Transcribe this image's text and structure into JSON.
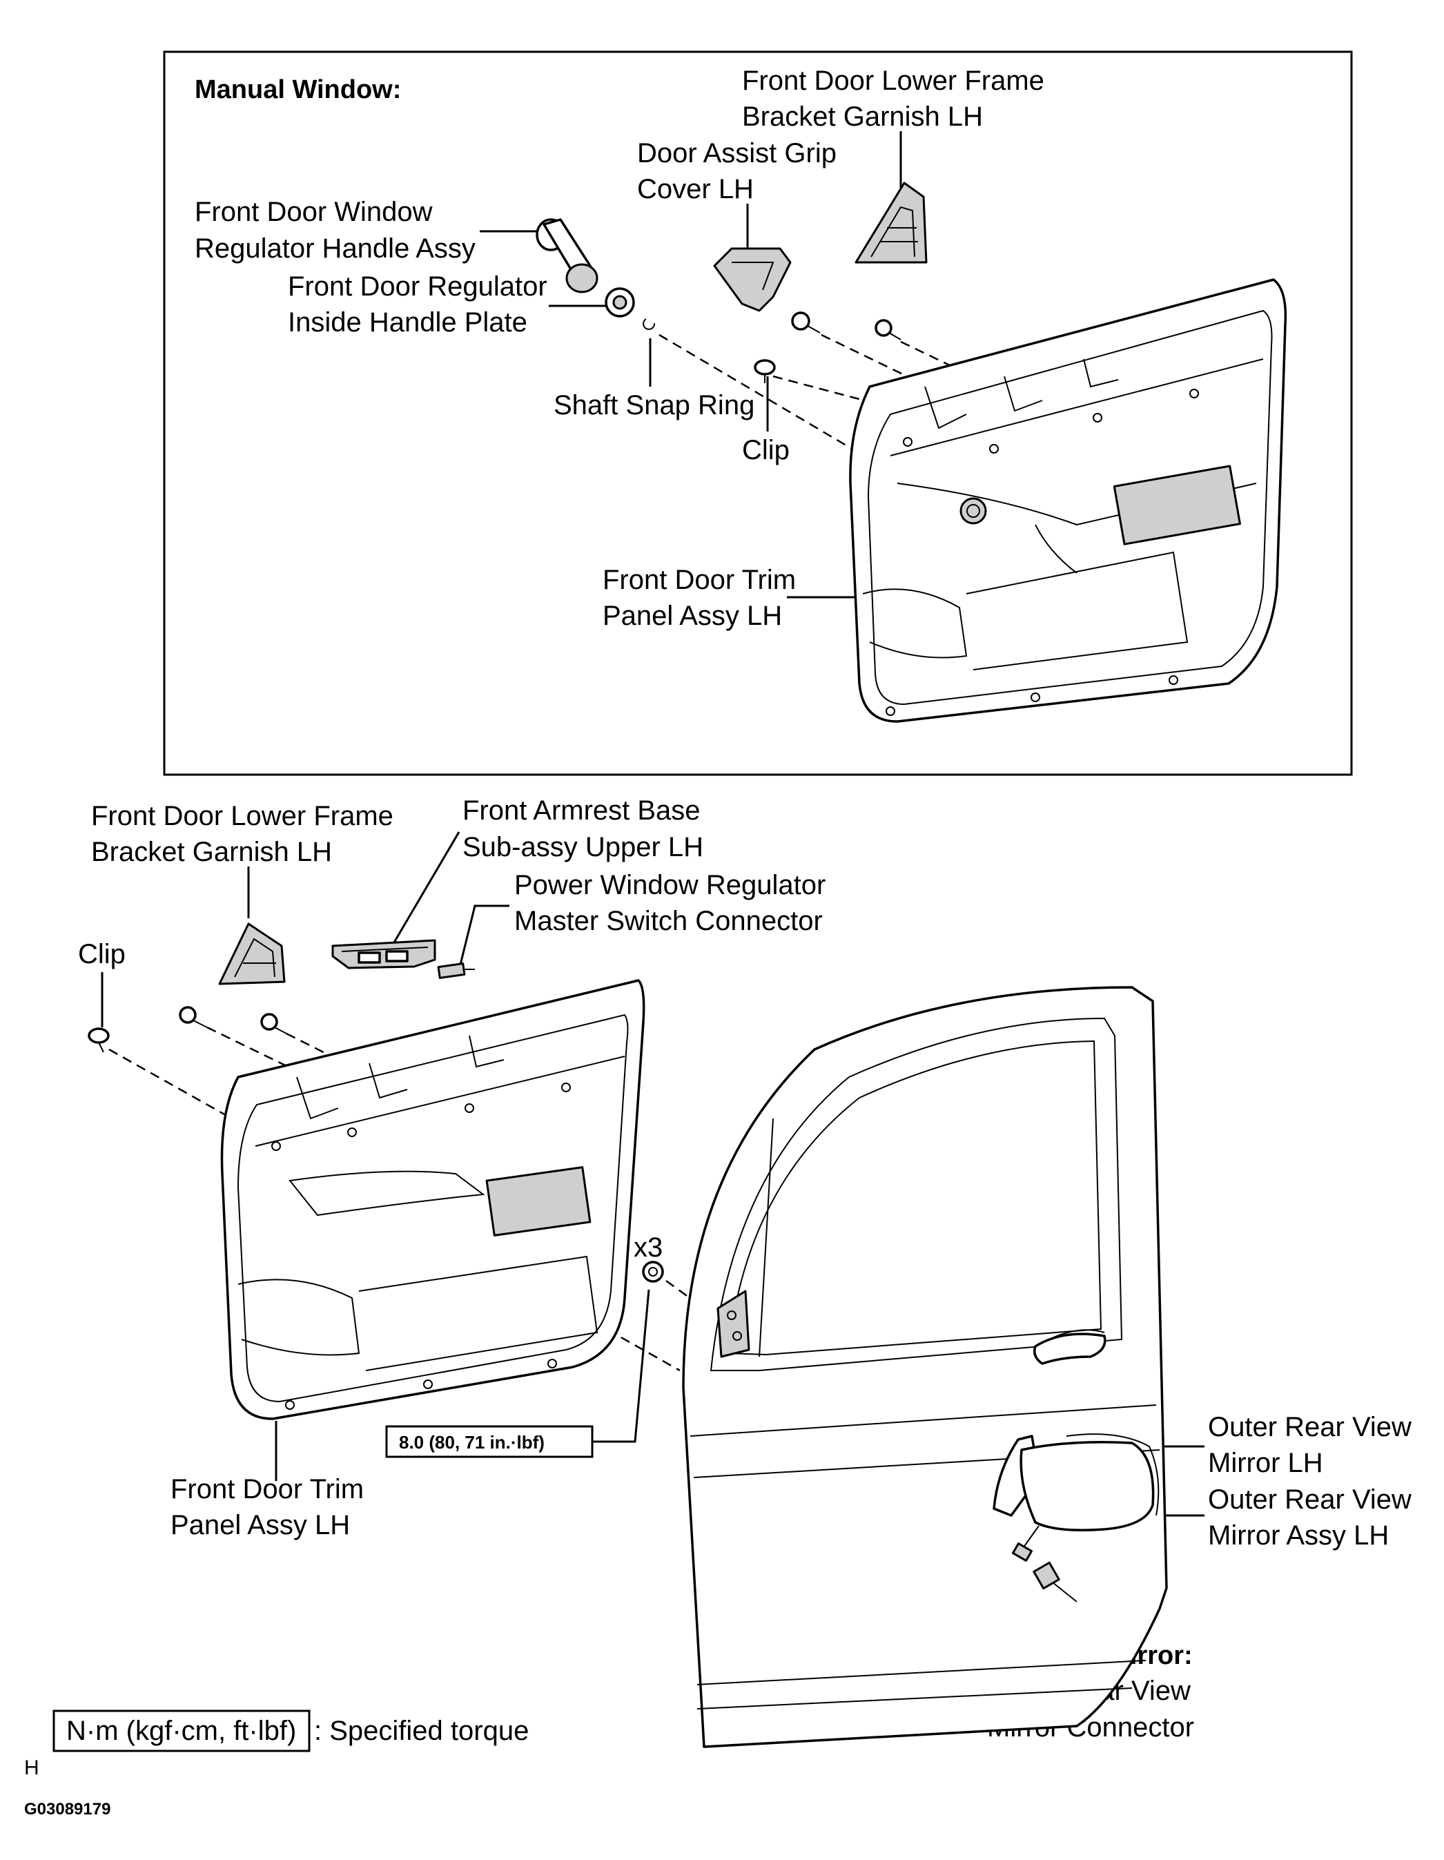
{
  "top_panel": {
    "heading": "Manual Window:",
    "labels": {
      "lower_frame_garnish_1": "Front Door Lower Frame",
      "lower_frame_garnish_2": "Bracket Garnish LH",
      "assist_grip_1": "Door Assist Grip",
      "assist_grip_2": "Cover LH",
      "window_handle_1": "Front Door Window",
      "window_handle_2": "Regulator Handle Assy",
      "handle_plate_1": "Front Door Regulator",
      "handle_plate_2": "Inside Handle Plate",
      "snap_ring": "Shaft Snap Ring",
      "clip": "Clip",
      "trim_panel_1": "Front Door Trim",
      "trim_panel_2": "Panel Assy LH"
    }
  },
  "bottom_panel": {
    "labels": {
      "lower_frame_garnish_1": "Front Door Lower Frame",
      "lower_frame_garnish_2": "Bracket Garnish LH",
      "armrest_1": "Front Armrest Base",
      "armrest_2": "Sub-assy Upper LH",
      "master_switch_1": "Power Window Regulator",
      "master_switch_2": "Master Switch Connector",
      "clip": "Clip",
      "nut_count": "x3",
      "torque": "8.0 (80, 71 in.·lbf)",
      "trim_panel_1": "Front Door Trim",
      "trim_panel_2": "Panel Assy LH",
      "mirror_1": "Outer Rear View",
      "mirror_2": "Mirror LH",
      "mirror_assy_1": "Outer Rear View",
      "mirror_assy_2": "Mirror Assy LH",
      "power_mirror_heading": "w/ Power Mirror:",
      "mirror_connector_1": "Outer Rear View",
      "mirror_connector_2": "Mirror Connector"
    }
  },
  "legend": {
    "unit_box": "N·m (kgf·cm, ft·lbf)",
    "description": ": Specified torque"
  },
  "footer": {
    "letter": "H",
    "code": "G03089179"
  }
}
